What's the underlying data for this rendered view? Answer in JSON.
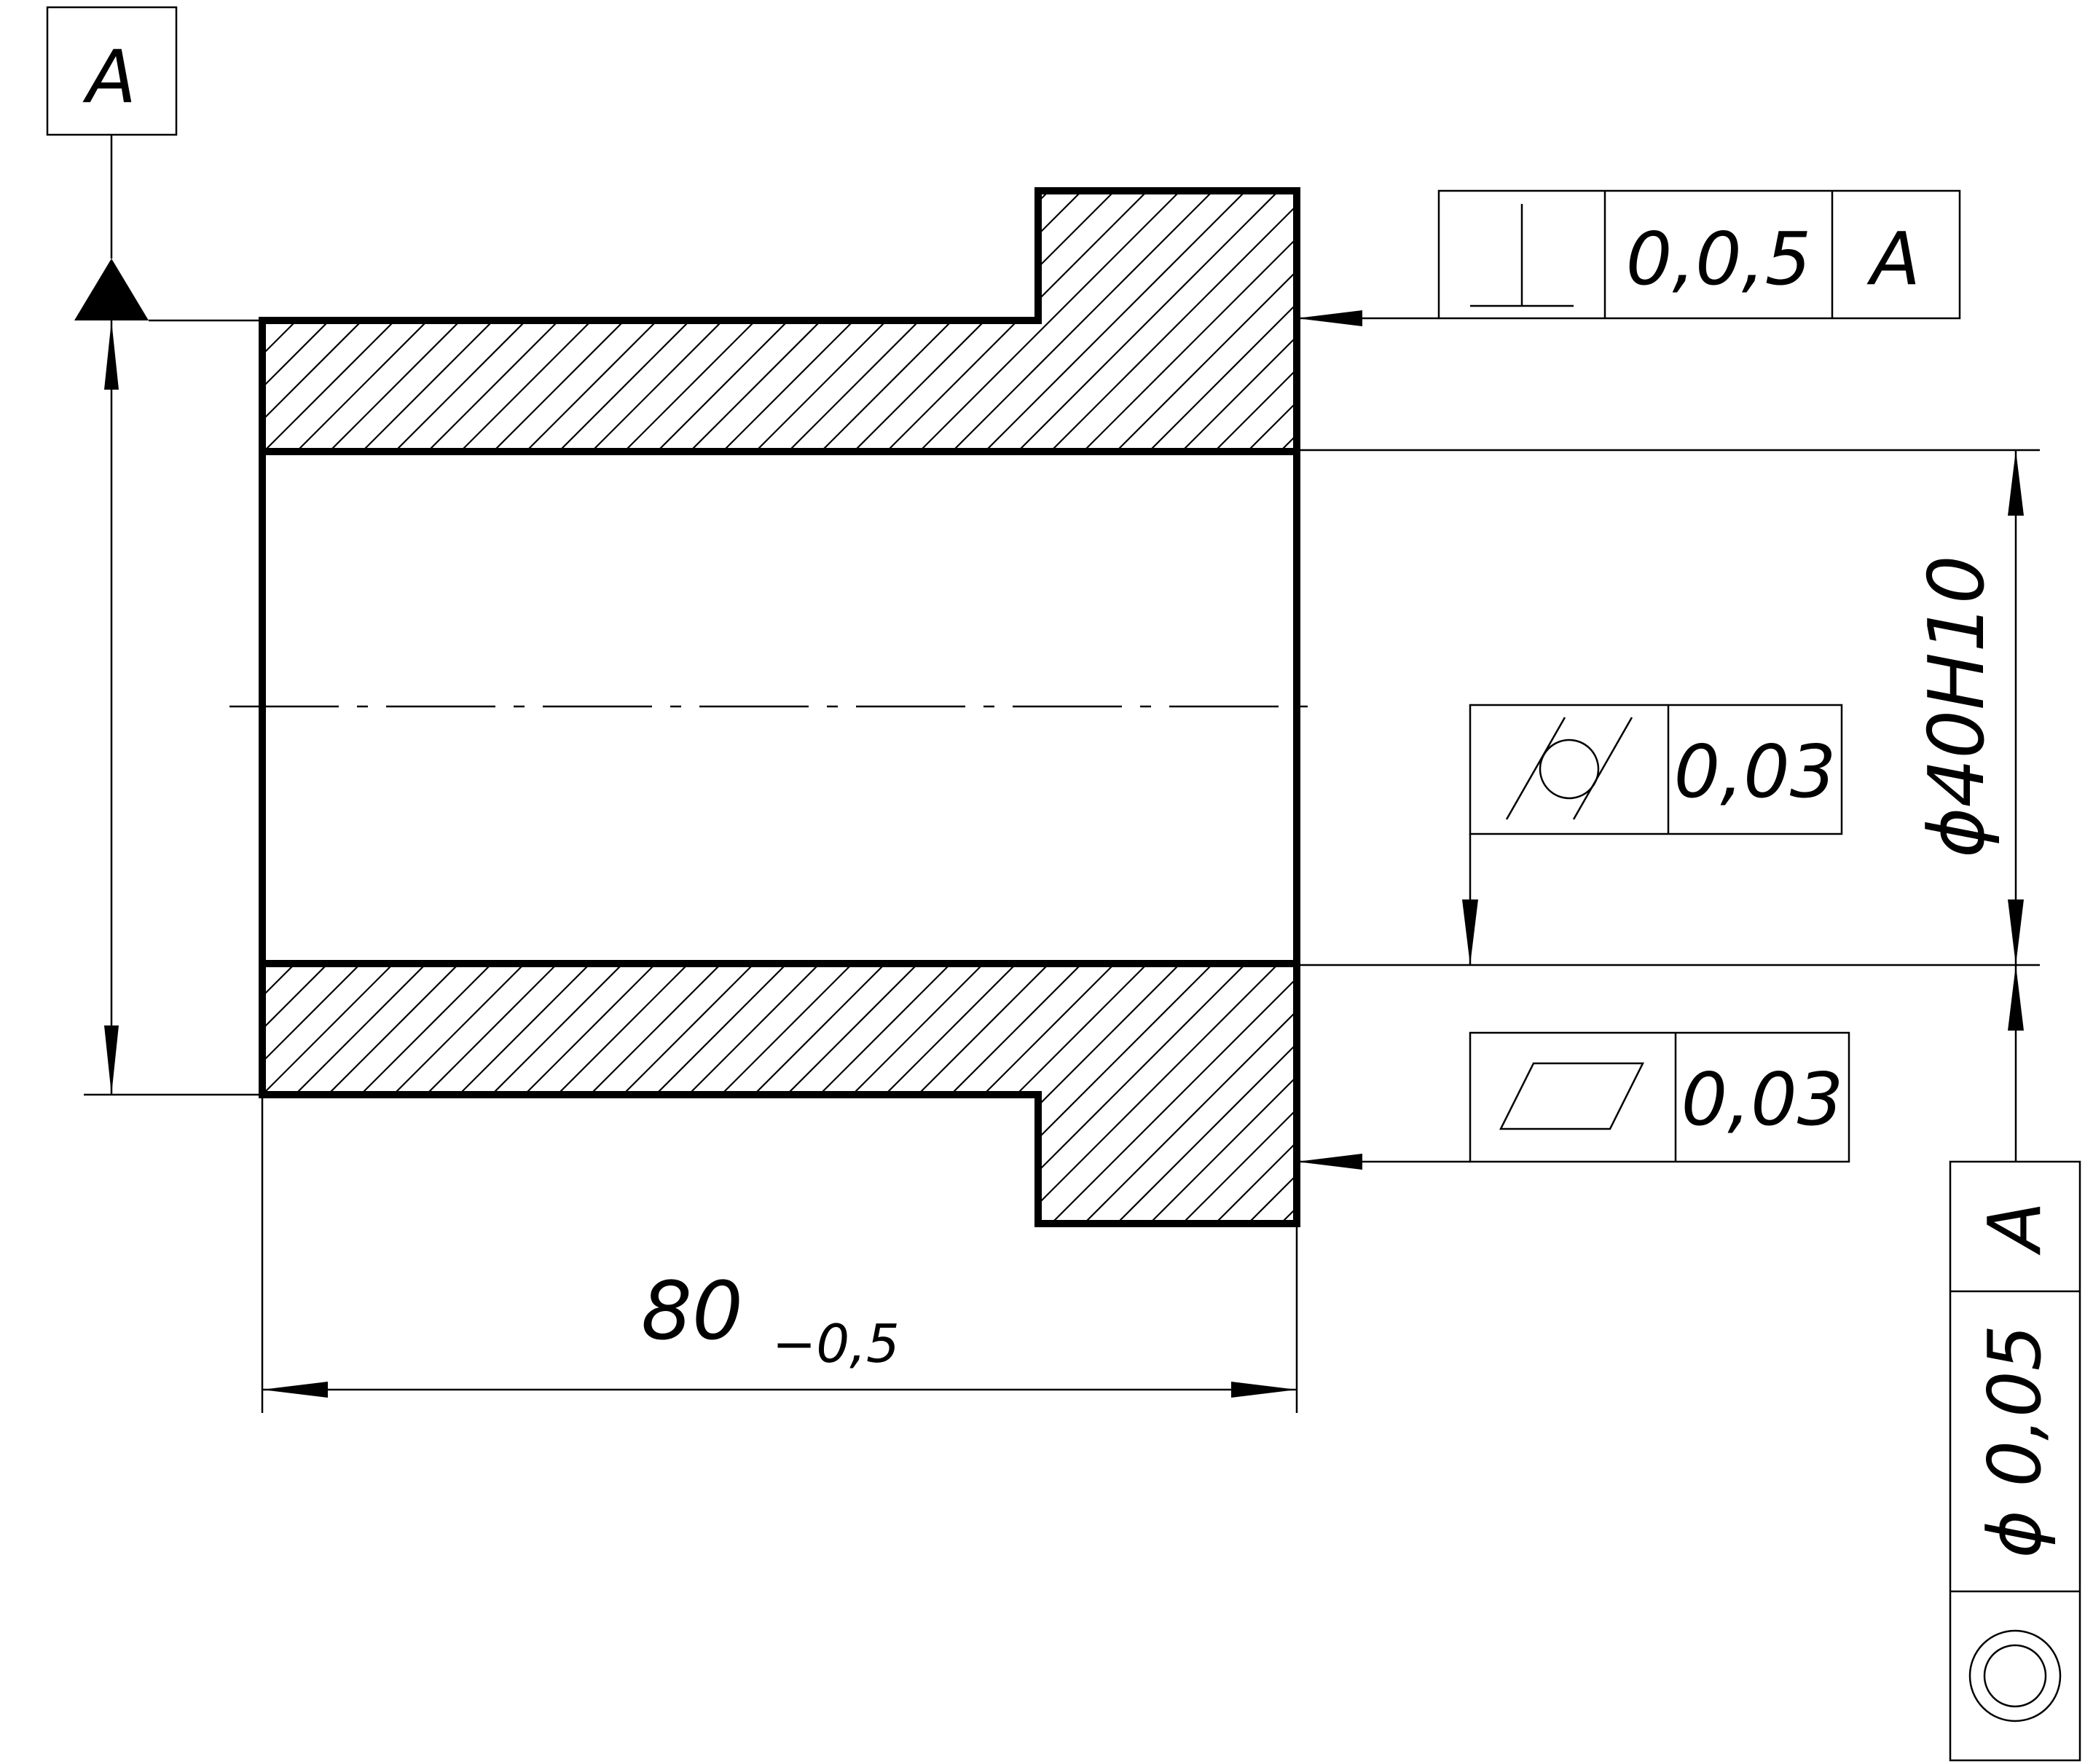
{
  "datum_letter": "A",
  "dimensions": {
    "length_nominal": "80",
    "length_tolerance": "−0,5",
    "bore_diameter": "ϕ40H10"
  },
  "tolerance_frames": {
    "perpendicularity": {
      "symbol": "perpendicularity-symbol",
      "value": "0,0,5",
      "datum": "A"
    },
    "cylindricity": {
      "symbol": "cylindricity-symbol",
      "value": "0,03"
    },
    "flatness": {
      "symbol": "flatness-symbol",
      "value": "0,03"
    },
    "concentricity": {
      "symbol": "concentricity-symbol",
      "value": "ϕ 0,05",
      "datum": "A"
    }
  }
}
